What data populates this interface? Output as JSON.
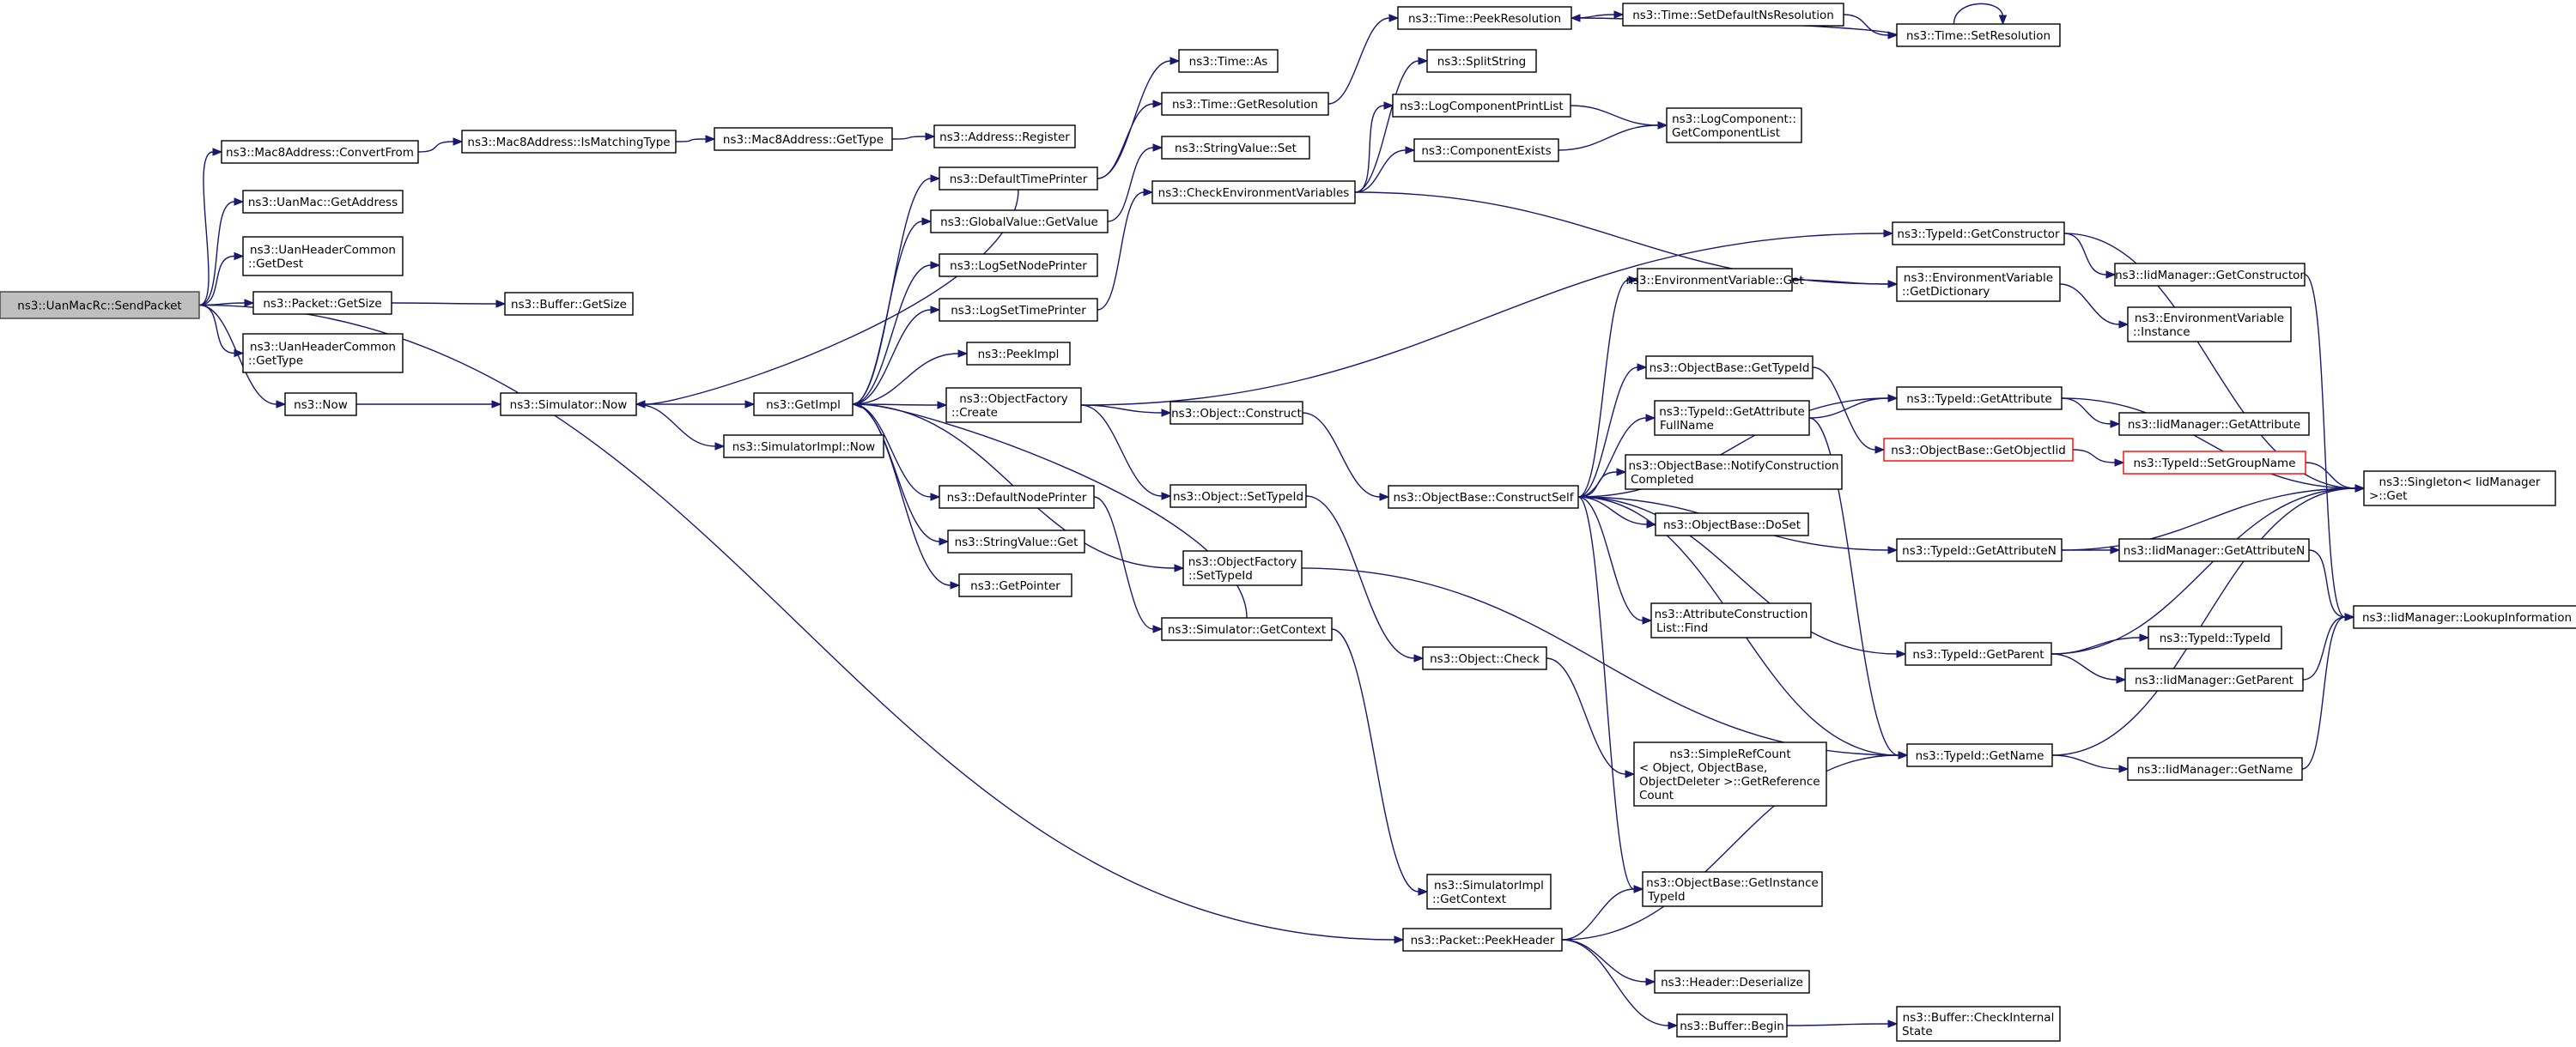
{
  "colors": {
    "edge": "#191970",
    "root_fill": "#bfbfbf",
    "node_border": "#000000",
    "truncated_border": "#ff0000"
  },
  "nodes": [
    {
      "id": "root",
      "lines": [
        "ns3::UanMacRc::SendPacket"
      ],
      "root": true
    },
    {
      "id": "convertfrom",
      "lines": [
        "ns3::Mac8Address::ConvertFrom"
      ]
    },
    {
      "id": "ismatching",
      "lines": [
        "ns3::Mac8Address::IsMatchingType"
      ]
    },
    {
      "id": "m8gettype",
      "lines": [
        "ns3::Mac8Address::GetType"
      ]
    },
    {
      "id": "addrregister",
      "lines": [
        "ns3::Address::Register"
      ]
    },
    {
      "id": "uangetaddress",
      "lines": [
        "ns3::UanMac::GetAddress"
      ]
    },
    {
      "id": "getdest",
      "lines": [
        "ns3::UanHeaderCommon",
        "::GetDest"
      ]
    },
    {
      "id": "pktgetsize",
      "lines": [
        "ns3::Packet::GetSize"
      ]
    },
    {
      "id": "bufgetsize",
      "lines": [
        "ns3::Buffer::GetSize"
      ]
    },
    {
      "id": "uangettype",
      "lines": [
        "ns3::UanHeaderCommon",
        "::GetType"
      ]
    },
    {
      "id": "now",
      "lines": [
        "ns3::Now"
      ]
    },
    {
      "id": "simnow",
      "lines": [
        "ns3::Simulator::Now"
      ]
    },
    {
      "id": "getimpl",
      "lines": [
        "ns3::GetImpl"
      ]
    },
    {
      "id": "simimplnow",
      "lines": [
        "ns3::SimulatorImpl::Now"
      ]
    },
    {
      "id": "timeas",
      "lines": [
        "ns3::Time::As"
      ]
    },
    {
      "id": "timegetres",
      "lines": [
        "ns3::Time::GetResolution"
      ]
    },
    {
      "id": "peekres",
      "lines": [
        "ns3::Time::PeekResolution"
      ]
    },
    {
      "id": "setdefaultns",
      "lines": [
        "ns3::Time::SetDefaultNsResolution"
      ]
    },
    {
      "id": "setres",
      "lines": [
        "ns3::Time::SetResolution"
      ]
    },
    {
      "id": "defaulttimeprinter",
      "lines": [
        "ns3::DefaultTimePrinter"
      ]
    },
    {
      "id": "globalgetvalue",
      "lines": [
        "ns3::GlobalValue::GetValue"
      ]
    },
    {
      "id": "stringvalueset",
      "lines": [
        "ns3::StringValue::Set"
      ]
    },
    {
      "id": "checkenv",
      "lines": [
        "ns3::CheckEnvironmentVariables"
      ]
    },
    {
      "id": "splitstring",
      "lines": [
        "ns3::SplitString"
      ]
    },
    {
      "id": "logprintlist",
      "lines": [
        "ns3::LogComponentPrintList"
      ]
    },
    {
      "id": "logcomplist",
      "lines": [
        "ns3::LogComponent::",
        "GetComponentList"
      ]
    },
    {
      "id": "compexists",
      "lines": [
        "ns3::ComponentExists"
      ]
    },
    {
      "id": "logsetnode",
      "lines": [
        "ns3::LogSetNodePrinter"
      ]
    },
    {
      "id": "logsettime",
      "lines": [
        "ns3::LogSetTimePrinter"
      ]
    },
    {
      "id": "peekimpl",
      "lines": [
        "ns3::PeekImpl"
      ]
    },
    {
      "id": "ofcreate",
      "lines": [
        "ns3::ObjectFactory",
        "::Create"
      ]
    },
    {
      "id": "objconstruct",
      "lines": [
        "ns3::Object::Construct"
      ]
    },
    {
      "id": "defaultnodeprinter",
      "lines": [
        "ns3::DefaultNodePrinter"
      ]
    },
    {
      "id": "stringvalueget",
      "lines": [
        "ns3::StringValue::Get"
      ]
    },
    {
      "id": "getpointer",
      "lines": [
        "ns3::GetPointer"
      ]
    },
    {
      "id": "objsettypeid",
      "lines": [
        "ns3::Object::SetTypeId"
      ]
    },
    {
      "id": "ofsettypeid",
      "lines": [
        "ns3::ObjectFactory",
        "::SetTypeId"
      ]
    },
    {
      "id": "simgetcontext",
      "lines": [
        "ns3::Simulator::GetContext"
      ]
    },
    {
      "id": "objcheck",
      "lines": [
        "ns3::Object::Check"
      ]
    },
    {
      "id": "constructself",
      "lines": [
        "ns3::ObjectBase::ConstructSelf"
      ]
    },
    {
      "id": "envget",
      "lines": [
        "ns3::EnvironmentVariable::Get"
      ]
    },
    {
      "id": "envgetdict",
      "lines": [
        "ns3::EnvironmentVariable",
        "::GetDictionary"
      ]
    },
    {
      "id": "envinstance",
      "lines": [
        "ns3::EnvironmentVariable",
        "::Instance"
      ]
    },
    {
      "id": "tidgetconstructor",
      "lines": [
        "ns3::TypeId::GetConstructor"
      ]
    },
    {
      "id": "iidgetconstructor",
      "lines": [
        "ns3::IidManager::GetConstructor"
      ]
    },
    {
      "id": "obgettypeid",
      "lines": [
        "ns3::ObjectBase::GetTypeId"
      ]
    },
    {
      "id": "tidgetattrfull",
      "lines": [
        "ns3::TypeId::GetAttribute",
        "FullName"
      ]
    },
    {
      "id": "tidgetattr",
      "lines": [
        "ns3::TypeId::GetAttribute"
      ]
    },
    {
      "id": "iidgetattr",
      "lines": [
        "ns3::IidManager::GetAttribute"
      ]
    },
    {
      "id": "obgetobjectiid",
      "lines": [
        "ns3::ObjectBase::GetObjectIid"
      ],
      "truncated": true
    },
    {
      "id": "tidsetgroup",
      "lines": [
        "ns3::TypeId::SetGroupName"
      ],
      "truncated": true
    },
    {
      "id": "singletonget",
      "lines": [
        "ns3::Singleton< IidManager",
        " >::Get"
      ]
    },
    {
      "id": "notifyconstruction",
      "lines": [
        "ns3::ObjectBase::NotifyConstruction",
        "Completed"
      ]
    },
    {
      "id": "obdoset",
      "lines": [
        "ns3::ObjectBase::DoSet"
      ]
    },
    {
      "id": "tidgetattrn",
      "lines": [
        "ns3::TypeId::GetAttributeN"
      ]
    },
    {
      "id": "iidgetattrn",
      "lines": [
        "ns3::IidManager::GetAttributeN"
      ]
    },
    {
      "id": "lookupinfo",
      "lines": [
        "ns3::IidManager::LookupInformation"
      ]
    },
    {
      "id": "attrconstructfind",
      "lines": [
        "ns3::AttributeConstruction",
        "List::Find"
      ]
    },
    {
      "id": "tidgetparent",
      "lines": [
        "ns3::TypeId::GetParent"
      ]
    },
    {
      "id": "tidtypeid",
      "lines": [
        "ns3::TypeId::TypeId"
      ]
    },
    {
      "id": "iidgetparent",
      "lines": [
        "ns3::IidManager::GetParent"
      ]
    },
    {
      "id": "simplerefcount",
      "lines": [
        "ns3::SimpleRefCount",
        "< Object, ObjectBase,",
        " ObjectDeleter >::GetReference",
        "Count"
      ]
    },
    {
      "id": "tidgetname",
      "lines": [
        "ns3::TypeId::GetName"
      ]
    },
    {
      "id": "iidgetname",
      "lines": [
        "ns3::IidManager::GetName"
      ]
    },
    {
      "id": "simimplgetcontext",
      "lines": [
        "ns3::SimulatorImpl",
        "::GetContext"
      ]
    },
    {
      "id": "obgetinstancetid",
      "lines": [
        "ns3::ObjectBase::GetInstance",
        "TypeId"
      ]
    },
    {
      "id": "pktpeekheader",
      "lines": [
        "ns3::Packet::PeekHeader"
      ]
    },
    {
      "id": "headerdeserialize",
      "lines": [
        "ns3::Header::Deserialize"
      ]
    },
    {
      "id": "bufbegin",
      "lines": [
        "ns3::Buffer::Begin"
      ]
    },
    {
      "id": "bufcheckinternal",
      "lines": [
        "ns3::Buffer::CheckInternal",
        "State"
      ]
    }
  ],
  "edges": [
    {
      "from": "root",
      "to": "convertfrom"
    },
    {
      "from": "root",
      "to": "uangetaddress"
    },
    {
      "from": "root",
      "to": "getdest"
    },
    {
      "from": "root",
      "to": "pktgetsize"
    },
    {
      "from": "root",
      "to": "uangettype"
    },
    {
      "from": "root",
      "to": "now"
    },
    {
      "from": "root",
      "to": "pktpeekheader"
    },
    {
      "from": "convertfrom",
      "to": "ismatching"
    },
    {
      "from": "ismatching",
      "to": "m8gettype"
    },
    {
      "from": "m8gettype",
      "to": "addrregister"
    },
    {
      "from": "pktgetsize",
      "to": "bufgetsize"
    },
    {
      "from": "now",
      "to": "simnow"
    },
    {
      "from": "simnow",
      "to": "getimpl"
    },
    {
      "from": "simnow",
      "to": "simimplnow"
    },
    {
      "from": "getimpl",
      "to": "defaulttimeprinter"
    },
    {
      "from": "getimpl",
      "to": "globalgetvalue"
    },
    {
      "from": "getimpl",
      "to": "logsetnode"
    },
    {
      "from": "getimpl",
      "to": "logsettime"
    },
    {
      "from": "getimpl",
      "to": "peekimpl"
    },
    {
      "from": "getimpl",
      "to": "ofcreate"
    },
    {
      "from": "getimpl",
      "to": "defaultnodeprinter"
    },
    {
      "from": "getimpl",
      "to": "stringvalueget"
    },
    {
      "from": "getimpl",
      "to": "getpointer"
    },
    {
      "from": "getimpl",
      "to": "ofsettypeid"
    },
    {
      "from": "defaulttimeprinter",
      "to": "simnow"
    },
    {
      "from": "defaulttimeprinter",
      "to": "timeas"
    },
    {
      "from": "defaulttimeprinter",
      "to": "timegetres"
    },
    {
      "from": "timegetres",
      "to": "peekres"
    },
    {
      "from": "peekres",
      "to": "setdefaultns"
    },
    {
      "from": "setdefaultns",
      "to": "setres"
    },
    {
      "from": "setres",
      "to": "peekres"
    },
    {
      "from": "setres",
      "to": "setres"
    },
    {
      "from": "globalgetvalue",
      "to": "stringvalueset"
    },
    {
      "from": "logsettime",
      "to": "checkenv"
    },
    {
      "from": "checkenv",
      "to": "splitstring"
    },
    {
      "from": "checkenv",
      "to": "logprintlist"
    },
    {
      "from": "checkenv",
      "to": "compexists"
    },
    {
      "from": "checkenv",
      "to": "envgetdict"
    },
    {
      "from": "logprintlist",
      "to": "logcomplist"
    },
    {
      "from": "compexists",
      "to": "logcomplist"
    },
    {
      "from": "ofcreate",
      "to": "tidgetconstructor"
    },
    {
      "from": "ofcreate",
      "to": "objconstruct"
    },
    {
      "from": "ofcreate",
      "to": "objsettypeid"
    },
    {
      "from": "objconstruct",
      "to": "constructself"
    },
    {
      "from": "objsettypeid",
      "to": "objcheck"
    },
    {
      "from": "defaultnodeprinter",
      "to": "simgetcontext"
    },
    {
      "from": "simgetcontext",
      "to": "getimpl"
    },
    {
      "from": "simgetcontext",
      "to": "simimplgetcontext"
    },
    {
      "from": "ofsettypeid",
      "to": "tidgetname"
    },
    {
      "from": "objcheck",
      "to": "simplerefcount"
    },
    {
      "from": "constructself",
      "to": "envget"
    },
    {
      "from": "constructself",
      "to": "obgettypeid"
    },
    {
      "from": "constructself",
      "to": "tidgetattr"
    },
    {
      "from": "constructself",
      "to": "tidgetattrfull"
    },
    {
      "from": "constructself",
      "to": "notifyconstruction"
    },
    {
      "from": "constructself",
      "to": "obdoset"
    },
    {
      "from": "constructself",
      "to": "tidgetattrn"
    },
    {
      "from": "constructself",
      "to": "attrconstructfind"
    },
    {
      "from": "constructself",
      "to": "tidgetparent"
    },
    {
      "from": "constructself",
      "to": "tidgetname"
    },
    {
      "from": "constructself",
      "to": "obgetinstancetid"
    },
    {
      "from": "envget",
      "to": "envgetdict"
    },
    {
      "from": "envgetdict",
      "to": "envinstance"
    },
    {
      "from": "tidgetconstructor",
      "to": "iidgetconstructor"
    },
    {
      "from": "tidgetconstructor",
      "to": "singletonget"
    },
    {
      "from": "iidgetconstructor",
      "to": "lookupinfo"
    },
    {
      "from": "obgettypeid",
      "to": "obgetobjectiid"
    },
    {
      "from": "obgetobjectiid",
      "to": "tidsetgroup"
    },
    {
      "from": "tidsetgroup",
      "to": "singletonget"
    },
    {
      "from": "tidgetattrfull",
      "to": "tidgetattr"
    },
    {
      "from": "tidgetattrfull",
      "to": "tidgetname"
    },
    {
      "from": "tidgetattr",
      "to": "iidgetattr"
    },
    {
      "from": "tidgetattr",
      "to": "singletonget"
    },
    {
      "from": "tidgetattrn",
      "to": "iidgetattrn"
    },
    {
      "from": "tidgetattrn",
      "to": "singletonget"
    },
    {
      "from": "iidgetattrn",
      "to": "lookupinfo"
    },
    {
      "from": "tidgetparent",
      "to": "tidtypeid"
    },
    {
      "from": "tidgetparent",
      "to": "iidgetparent"
    },
    {
      "from": "tidgetparent",
      "to": "singletonget"
    },
    {
      "from": "iidgetparent",
      "to": "lookupinfo"
    },
    {
      "from": "tidgetname",
      "to": "iidgetname"
    },
    {
      "from": "tidgetname",
      "to": "singletonget"
    },
    {
      "from": "iidgetname",
      "to": "lookupinfo"
    },
    {
      "from": "pktpeekheader",
      "to": "obgetinstancetid"
    },
    {
      "from": "pktpeekheader",
      "to": "tidgetname"
    },
    {
      "from": "pktpeekheader",
      "to": "headerdeserialize"
    },
    {
      "from": "pktpeekheader",
      "to": "bufbegin"
    },
    {
      "from": "bufbegin",
      "to": "bufcheckinternal"
    }
  ]
}
